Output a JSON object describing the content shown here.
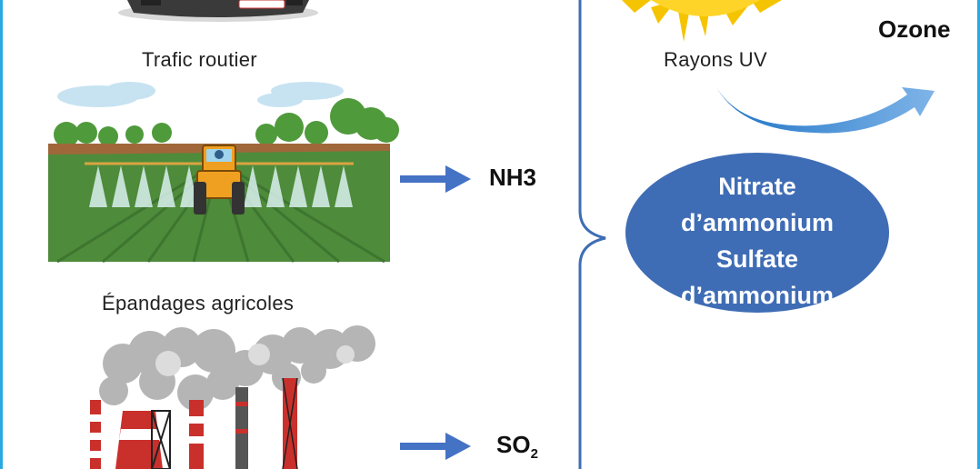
{
  "sources": {
    "traffic_label": "Trafic routier",
    "agri_label": "Épandages agricoles"
  },
  "pollutants": {
    "nh3": "NH3",
    "so2_base": "SO",
    "so2_sub": "2"
  },
  "reactions": {
    "uv_label": "Rayons UV",
    "ozone_label": "Ozone"
  },
  "products": {
    "line1": "Nitrate",
    "line2": "d’ammonium",
    "line3": "Sulfate",
    "line4": "d’ammonium"
  },
  "colors": {
    "frame": "#29a9e0",
    "arrow": "#4472c4",
    "oval": "#3f6db5",
    "sun": "#f5c400"
  }
}
